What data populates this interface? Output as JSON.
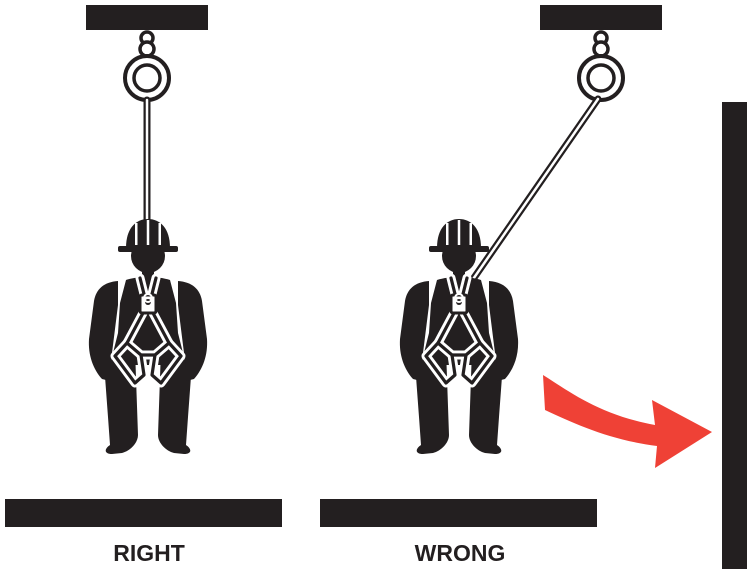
{
  "panels": [
    {
      "id": "right",
      "label": "RIGHT"
    },
    {
      "id": "wrong",
      "label": "WRONG"
    }
  ],
  "colors": {
    "ink": "#231f20",
    "arrow": "#ef4136",
    "background": "#ffffff"
  }
}
